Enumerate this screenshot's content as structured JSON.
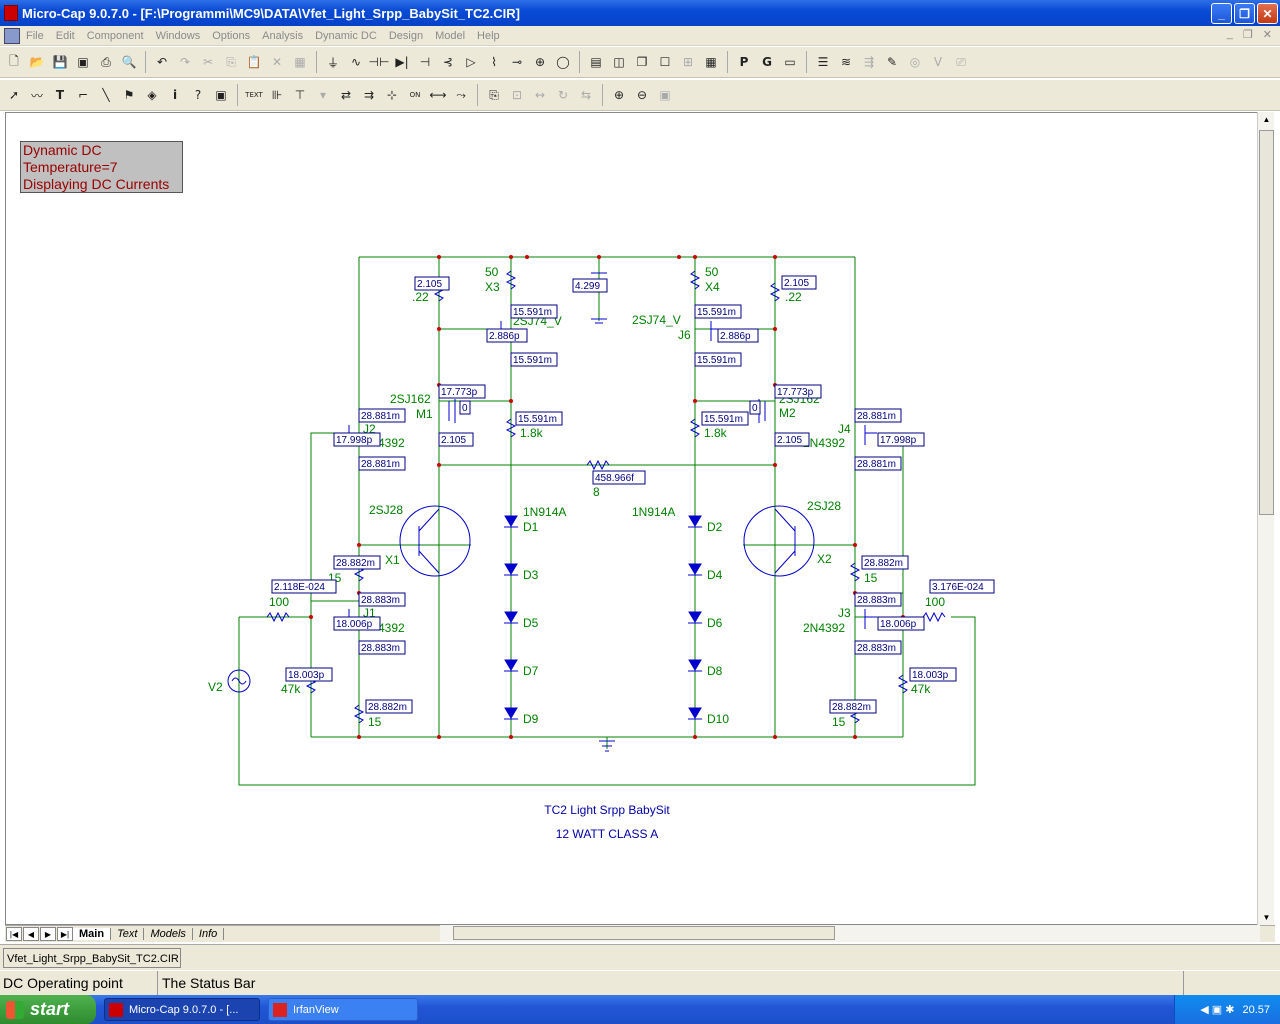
{
  "window": {
    "title": "Micro-Cap 9.0.7.0 - [F:\\Programmi\\MC9\\DATA\\Vfet_Light_Srpp_BabySit_TC2.CIR]"
  },
  "menu": [
    "File",
    "Edit",
    "Component",
    "Windows",
    "Options",
    "Analysis",
    "Dynamic DC",
    "Design",
    "Model",
    "Help"
  ],
  "toolbar1": [
    "new-icon",
    "open-icon",
    "save-icon",
    "save-all-icon",
    "print-icon",
    "print-preview-icon",
    "undo-icon",
    "redo-icon",
    "cut-icon",
    "copy-icon",
    "paste-icon",
    "delete-icon",
    "select-all-icon",
    "ground-icon",
    "resistor-icon",
    "capacitor-icon",
    "diode-icon",
    "battery-icon",
    "transistor-icon",
    "opamp-icon",
    "inductor-icon",
    "switch-icon",
    "probe-icon",
    "source-icon",
    "component-panel-icon",
    "split-icon",
    "cascade-icon",
    "window-icon",
    "tile-icon",
    "calculator-icon",
    "page-p-icon",
    "page-g-icon",
    "page-icon",
    "list-icon",
    "wave-icon",
    "step-icon",
    "pen-icon",
    "gauge-icon",
    "vx-icon",
    "edit-icon"
  ],
  "toolbar2": [
    "select-arrow-icon",
    "wire-icon",
    "text-tool-icon",
    "wire-ortho-icon",
    "line-icon",
    "flag-icon",
    "shape-icon",
    "info-icon",
    "help-icon",
    "node-number-icon",
    "text-label-icon",
    "attr-icon",
    "pin-icon",
    "voltage-icon",
    "current-icon",
    "power-icon",
    "show-pins-icon",
    "grid-icon",
    "cross-icon",
    "rotate-icon",
    "flip-icon",
    "mirror-icon",
    "find-icon",
    "binoculars-icon",
    "zoom-icon",
    "zoom-in-icon",
    "zoom-out-icon",
    "camera-icon"
  ],
  "info_box": [
    "Dynamic DC",
    "Temperature=7",
    "Displaying DC Currents"
  ],
  "schematic": {
    "title_line1": "TC2 Light Srpp BabySit",
    "title_line2": "12 WATT CLASS A",
    "labels_green": {
      "r_top_left_val": "50",
      "x3": "X3",
      "sj74_left": "2SJ74_V",
      "r_top_right_val": "50",
      "x4": "X4",
      "sj74_right": "2SJ74_V",
      "j6": "J6",
      "r_22_left": ".22",
      "r_22_right": ".22",
      "sj162_left": "2SJ162",
      "m1": "M1",
      "sj162_right": "2SJ162",
      "m2": "M2",
      "j2": "J2",
      "n4392_left_top": "4392",
      "j4": "J4",
      "n4392_right_top": "2N4392",
      "r18k_left": "1.8k",
      "r18k_right": "1.8k",
      "r8": "8",
      "sj28_left": "2SJ28",
      "x1": "X1",
      "sj28_right": "2SJ28",
      "x2": "X2",
      "d_model_left": "1N914A",
      "d_model_right": "1N914A",
      "d1": "D1",
      "d3": "D3",
      "d5": "D5",
      "d7": "D7",
      "d9": "D9",
      "d2": "D2",
      "d4": "D4",
      "d6": "D6",
      "d8": "D8",
      "d10": "D10",
      "r15_a": "15",
      "r15_b": "15",
      "r15_c": "15",
      "r15_d": "15",
      "r100_left": "100",
      "r100_right": "100",
      "j1": "J1",
      "n4392_left_bottom": "4392",
      "j3": "J3",
      "n4392_right_bottom": "2N4392",
      "r47k_left": "47k",
      "r47k_right": "47k",
      "v2": "V2"
    },
    "values_boxes": {
      "i_2105_tl": "2.105",
      "i_15591_a": "15.591m",
      "i_2886_a": "2.886p",
      "i_15591_b": "15.591m",
      "i_4299": "4.299",
      "i_15591_c": "15.591m",
      "i_2886_b": "2.886p",
      "i_15591_d": "15.591m",
      "i_2105_tr": "2.105",
      "i_17773_l": "17.773p",
      "i_0_l": "0",
      "i_2105_ml": "2.105",
      "i_17773_r": "17.773p",
      "i_0_r": "0",
      "i_2105_mr": "2.105",
      "i_28881_l1": "28.881m",
      "i_17998_l": "17.998p",
      "i_28881_l2": "28.881m",
      "i_28881_r1": "28.881m",
      "i_17998_r": "17.998p",
      "i_28881_r2": "28.881m",
      "i_15591_e": "15.591m",
      "i_15591_f": "15.591m",
      "i_458966": "458.966f",
      "i_28882_l": "28.882m",
      "i_2118": "2.118E-024",
      "i_28883_l1": "28.883m",
      "i_18006_l": "18.006p",
      "i_28883_l2": "28.883m",
      "i_18003_l": "18.003p",
      "i_28882_l2": "28.882m",
      "i_28882_r": "28.882m",
      "i_3176": "3.176E-024",
      "i_28883_r1": "28.883m",
      "i_18006_r": "18.006p",
      "i_28883_r2": "28.883m",
      "i_18003_r": "18.003p",
      "i_28882_r2": "28.882m"
    }
  },
  "tabs": [
    "Main",
    "Text",
    "Models",
    "Info"
  ],
  "doc_tab": "Vfet_Light_Srpp_BabySit_TC2.CIR",
  "status": {
    "left": "DC Operating point",
    "right": "The Status Bar"
  },
  "taskbar": {
    "start": "start",
    "tasks": [
      "Micro-Cap 9.0.7.0 - [...",
      "IrfanView"
    ],
    "clock": "20.57"
  },
  "colors": {
    "wire": "#008000",
    "component": "#0000cc",
    "node": "#cc0000",
    "titlebar": "#0a4bd6"
  }
}
